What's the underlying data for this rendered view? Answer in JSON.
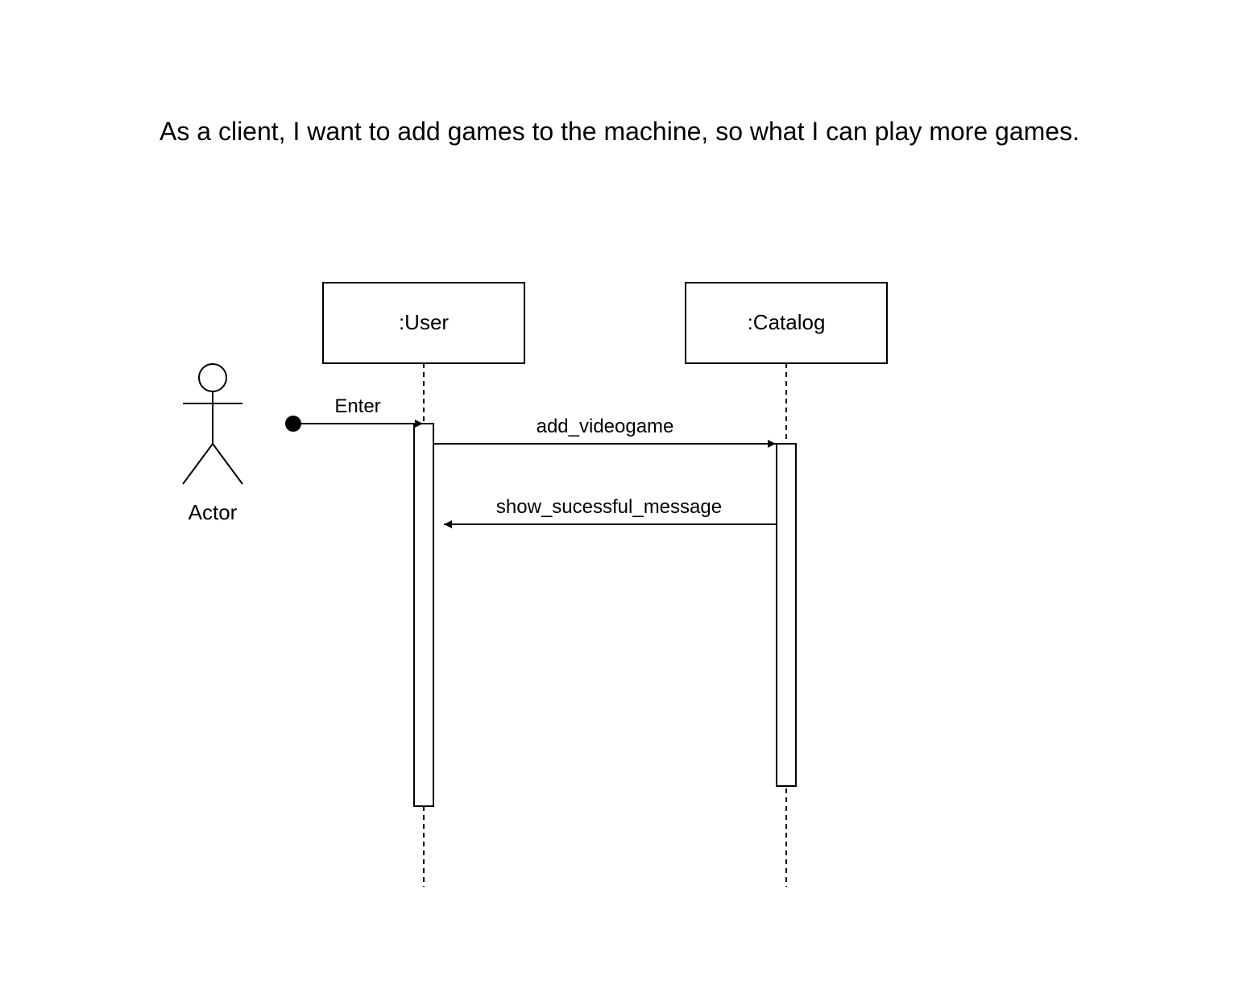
{
  "story": "As a client, I want to add games to the machine, so what I can play more games.",
  "actor": {
    "label": "Actor"
  },
  "lifelines": [
    {
      "id": "user",
      "label": ":User"
    },
    {
      "id": "catalog",
      "label": ":Catalog"
    }
  ],
  "messages": [
    {
      "id": "enter",
      "label": "Enter",
      "from": "actor",
      "to": "user",
      "kind": "found"
    },
    {
      "id": "add",
      "label": "add_videogame",
      "from": "user",
      "to": "catalog",
      "kind": "sync"
    },
    {
      "id": "show",
      "label": "show_sucessful_message",
      "from": "catalog",
      "to": "user",
      "kind": "return"
    }
  ],
  "colors": {
    "stroke": "#000000",
    "fill": "#ffffff",
    "text": "#000000"
  }
}
